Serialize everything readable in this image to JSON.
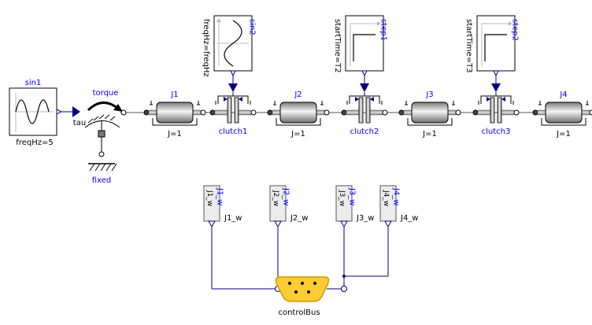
{
  "colors": {
    "blue_label": "#0000ff",
    "signal_line": "#00007f",
    "bus_fill": "#ffcc33",
    "bus_stroke": "#cc9900",
    "shaft_gray": "#a0a0a0",
    "box_border": "#000000"
  },
  "icons": [
    "sine-source",
    "step-source",
    "torque-source",
    "fixed-ground",
    "inertia",
    "clutch",
    "real-output-connector",
    "control-bus"
  ],
  "sources": {
    "sin1": {
      "name": "sin1",
      "param": "freqHz=5"
    },
    "sin2": {
      "name": "sin2",
      "param": "freqHz=freqHz"
    },
    "step1": {
      "name": "step1",
      "param": "startTime=T2"
    },
    "step2": {
      "name": "step2",
      "param": "startTime=T3"
    }
  },
  "torque": {
    "name": "torque",
    "port": "tau"
  },
  "fixed": {
    "name": "fixed"
  },
  "inertias": [
    {
      "name": "J1",
      "param": "J=1"
    },
    {
      "name": "J2",
      "param": "J=1"
    },
    {
      "name": "J3",
      "param": "J=1"
    },
    {
      "name": "J4",
      "param": "J=1"
    }
  ],
  "clutches": [
    {
      "name": "clutch1"
    },
    {
      "name": "clutch2"
    },
    {
      "name": "clutch3"
    }
  ],
  "bus_outputs": [
    {
      "name": "J1_w",
      "inner": "J1_w",
      "label": "J1_w"
    },
    {
      "name": "J2_w",
      "inner": "J2_w",
      "label": "J2_w"
    },
    {
      "name": "J3_w",
      "inner": "J3_w",
      "label": "J3_w"
    },
    {
      "name": "J4_w",
      "inner": "J4_w",
      "label": "J4_w"
    }
  ],
  "bus": {
    "name": "controlBus"
  }
}
